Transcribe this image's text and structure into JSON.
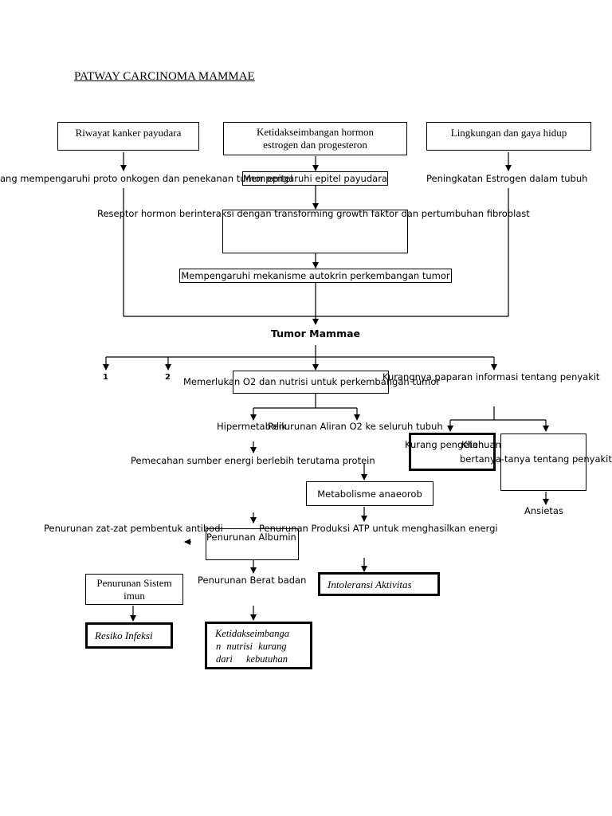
{
  "title": "PATWAY CARCINOMA MAMMAE",
  "nodes": {
    "riwayat": "Riwayat kanker payudara",
    "hormon_line1": "Ketidakseimbangan hormon",
    "hormon_line2": "estrogen dan progesteron",
    "lingkungan": "Lingkungan dan gaya hidup",
    "proto_onkogen": "ang mempengaruhi proto onkogen dan penekanan tumor epitel",
    "epitel": "Mempengaruhi epitel payudara",
    "estrogen_tubuh": "Peningkatan Estrogen dalam tubuh",
    "reseptor": "Reseptor hormon berinteraksi dengan transforming growth faktor dan pertumbuhan fibroblast",
    "autokrin": "Mempengaruhi mekanisme autokrin perkembangan tumor",
    "tumor": "Tumor Mammae",
    "branch_1": "1",
    "branch_2": "2",
    "o2_nutrisi": "Memerlukan O2 dan nutrisi untuk perkembangan tumor",
    "kurang_paparan": "Kurangnya paparan informasi tentang penyakit",
    "hipermetabolik": "Hipermetabolik",
    "aliran_o2": "Penurunan Aliran O2 ke seluruh tubuh",
    "kurang_pengetahuan": "Kurang pengetahuan",
    "klien_line1": "Klien",
    "klien_line2": "bertanya-tanya tentang penyakitnya",
    "pemecahan": "Pemecahan sumber energi berlebih terutama protein",
    "anaerob": "Metabolisme anaeorob",
    "ansietas": "Ansietas",
    "antibodi": "Penurunan zat-zat pembentuk antibodi",
    "atp": "Penurunan Produksi ATP untuk menghasilkan energi",
    "albumin": "Penurunan Albumin",
    "imun_line1": "Penurunan Sistem",
    "imun_line2": "imun",
    "berat_badan": "Penurunan Berat badan",
    "intoleransi": "Intoleransi Aktivitas",
    "resiko": "Resiko Infeksi",
    "nutrisi_line1": "Ketidakseimbanga",
    "nutrisi_line2": "n nutrisi kurang",
    "nutrisi_line3": "dari kebutuhan"
  }
}
